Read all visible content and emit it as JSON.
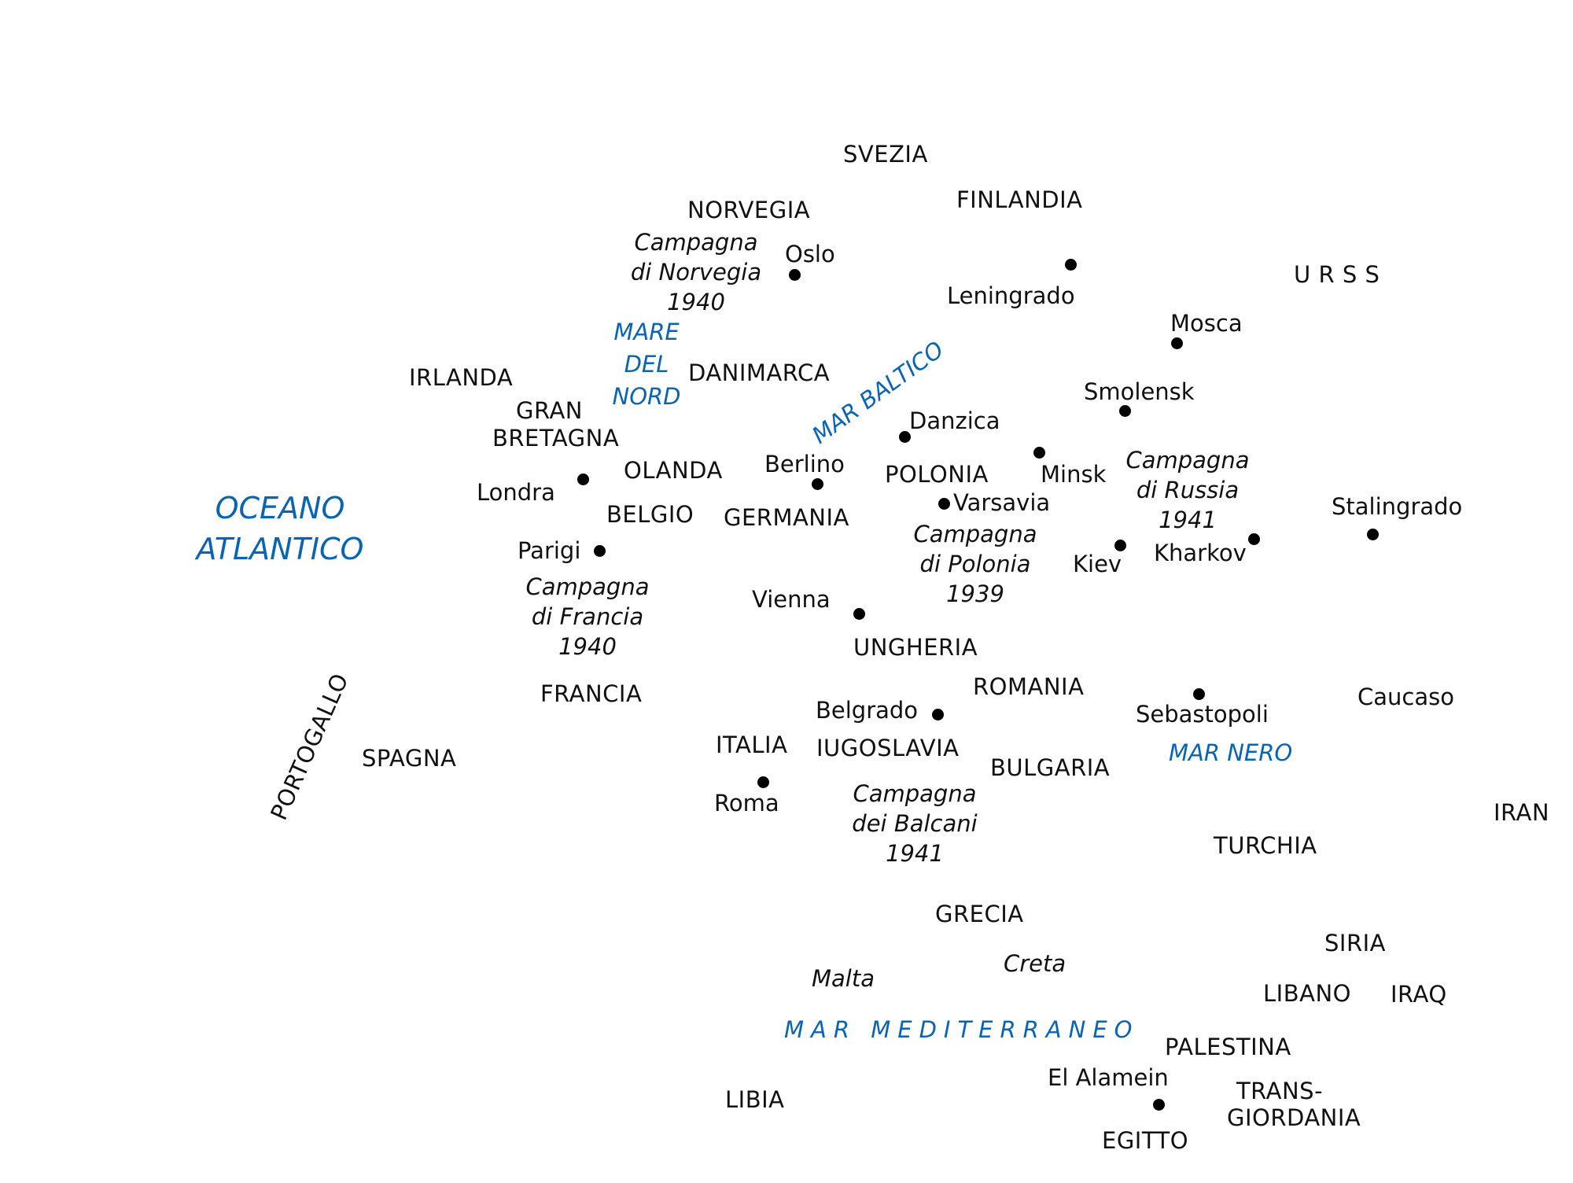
{
  "countries": {
    "svezia": "SVEZIA",
    "norvegia": "NORVEGIA",
    "finlandia": "FINLANDIA",
    "urss": "U R S S",
    "irlanda": "IRLANDA",
    "danimarca": "DANIMARCA",
    "gran": "GRAN",
    "bretagna": "BRETAGNA",
    "olanda": "OLANDA",
    "polonia": "POLONIA",
    "belgio": "BELGIO",
    "germania": "GERMANIA",
    "ungheria": "UNGHERIA",
    "romania": "ROMANIA",
    "francia": "FRANCIA",
    "portogallo": "PORTOGALLO",
    "spagna": "SPAGNA",
    "italia": "ITALIA",
    "iugoslavia": "IUGOSLAVIA",
    "bulgaria": "BULGARIA",
    "iran": "IRAN",
    "turchia": "TURCHIA",
    "grecia": "GRECIA",
    "siria": "SIRIA",
    "libano": "LIBANO",
    "iraq": "IRAQ",
    "palestina": "PALESTINA",
    "libia": "LIBIA",
    "trans1": "TRANS-",
    "trans2": "GIORDANIA",
    "egitto": "EGITTO"
  },
  "cities": {
    "oslo": "Oslo",
    "leningrado": "Leningrado",
    "mosca": "Mosca",
    "smolensk": "Smolensk",
    "danzica": "Danzica",
    "berlino": "Berlino",
    "minsk": "Minsk",
    "londra": "Londra",
    "varsavia": "Varsavia",
    "parigi": "Parigi",
    "stalingrado": "Stalingrado",
    "kiev": "Kiev",
    "kharkov": "Kharkov",
    "vienna": "Vienna",
    "belgrado": "Belgrado",
    "sebastopoli": "Sebastopoli",
    "caucaso": "Caucaso",
    "roma": "Roma",
    "el_alamein": "El Alamein"
  },
  "campaigns": {
    "norvegia": [
      "Campagna",
      "di Norvegia",
      "1940"
    ],
    "russia": [
      "Campagna",
      "di Russia",
      "1941"
    ],
    "polonia": [
      "Campagna",
      "di Polonia",
      "1939"
    ],
    "francia": [
      "Campagna",
      "di Francia",
      "1940"
    ],
    "balcani": [
      "Campagna",
      "dei Balcani",
      "1941"
    ]
  },
  "seas": {
    "mare_del_nord": [
      "MARE",
      "DEL",
      "NORD"
    ],
    "mar_baltico": "MAR BALTICO",
    "oceano_atlantico": [
      "OCEANO",
      "ATLANTICO"
    ],
    "mar_nero": "MAR NERO",
    "mar_mediterraneo": "MAR MEDITERRANEO"
  },
  "islands": {
    "malta": "Malta",
    "creta": "Creta"
  },
  "colors": {
    "sea_label": "#0a64b4",
    "land_label": "#111111",
    "city_dot": "#000000"
  }
}
